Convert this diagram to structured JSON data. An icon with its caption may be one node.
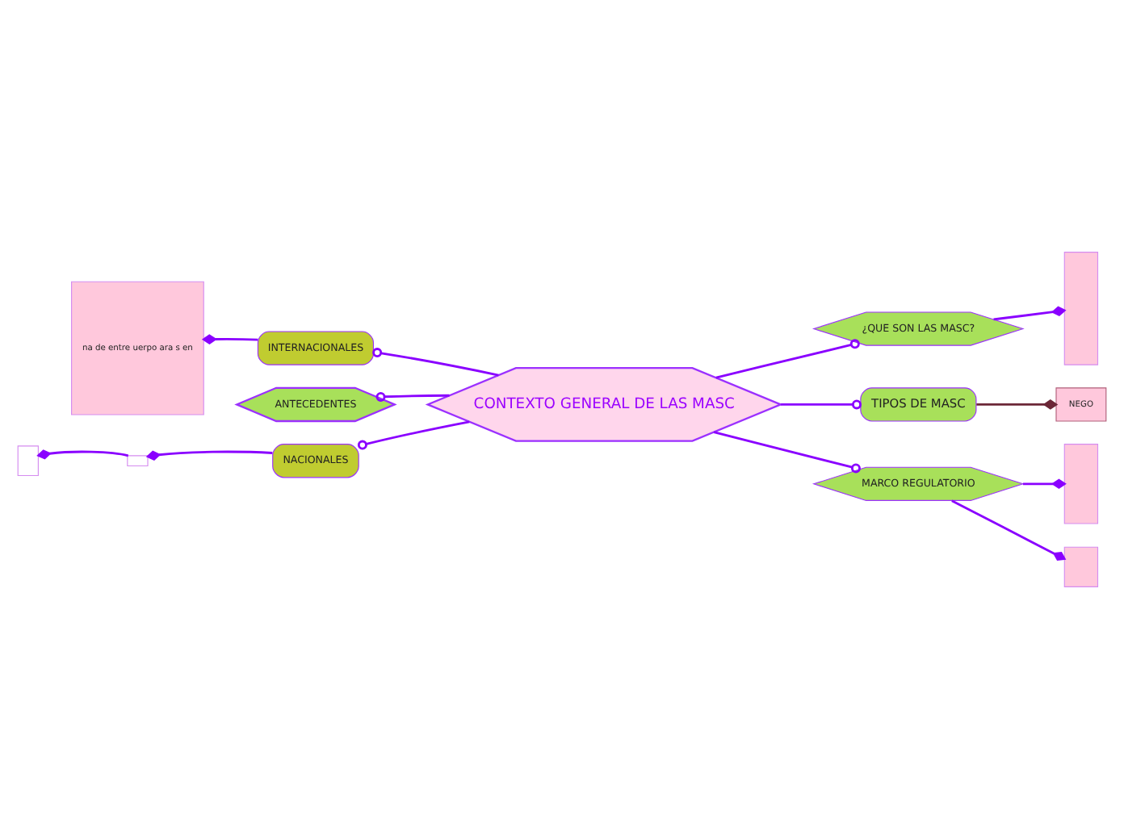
{
  "diagram": {
    "nodes": [
      {
        "text": [
          "CONTEXTO GENERAL DE LAS MASC"
        ]
      },
      {
        "text": [
          "INTERNACIONALES"
        ]
      },
      {
        "text": [
          "na de entre uerpo ara s en"
        ]
      },
      {
        "text": [
          "ANTECEDENTES"
        ]
      },
      {
        "text": [
          "NACIONALES"
        ]
      },
      {
        "text": [],
        "shape": "box"
      },
      {
        "text": [],
        "shape": "box"
      },
      {
        "text": [
          "¿QUE SON LAS MASC?"
        ]
      },
      {
        "text": [],
        "shape": "box"
      },
      {
        "text": [
          "TIPOS DE MASC"
        ]
      },
      {
        "text": [
          "NEGO"
        ]
      },
      {
        "text": [
          "MARCO REGULATORIO"
        ]
      },
      {
        "text": [],
        "shape": "box"
      },
      {
        "text": [],
        "shape": "box"
      }
    ],
    "edges": [
      {
        "from": 0,
        "to": 1,
        "arrow": "other"
      },
      {
        "from": 1,
        "to": 2,
        "arrow": "other"
      },
      {
        "from": 0,
        "to": 3,
        "arrow": "other"
      },
      {
        "from": 0,
        "to": 4,
        "arrow": "other"
      },
      {
        "from": 4,
        "to": 5,
        "arrow": "other"
      },
      {
        "from": 5,
        "to": 6,
        "arrow": "other"
      },
      {
        "from": 0,
        "to": 7,
        "arrow": "other"
      },
      {
        "from": 7,
        "to": 8,
        "arrow": "other"
      },
      {
        "from": 0,
        "to": 9,
        "arrow": "other"
      },
      {
        "from": 9,
        "to": 10,
        "arrow": "other",
        "color": "#6b2737"
      },
      {
        "from": 0,
        "to": 11,
        "arrow": "other"
      },
      {
        "from": 11,
        "to": 12,
        "arrow": "other"
      },
      {
        "from": 11,
        "to": 13,
        "arrow": "other"
      }
    ]
  }
}
